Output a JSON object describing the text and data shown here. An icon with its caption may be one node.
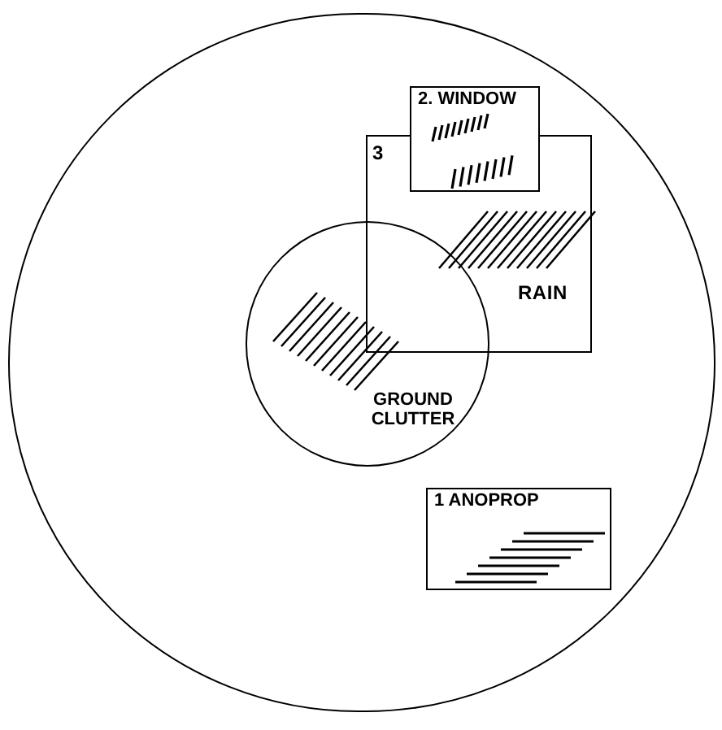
{
  "diagram": {
    "nodes": [
      {
        "text": [],
        "shape": "circle"
      },
      {
        "text": [
          "2. WINDOW"
        ],
        "in": 0
      },
      {
        "text": [
          "3",
          "RAIN"
        ],
        "in": 0
      },
      {
        "text": [
          "GROUND CLUTTER"
        ],
        "in": 0
      },
      {
        "text": [
          "1 ANOPROP"
        ],
        "in": 0
      }
    ]
  }
}
